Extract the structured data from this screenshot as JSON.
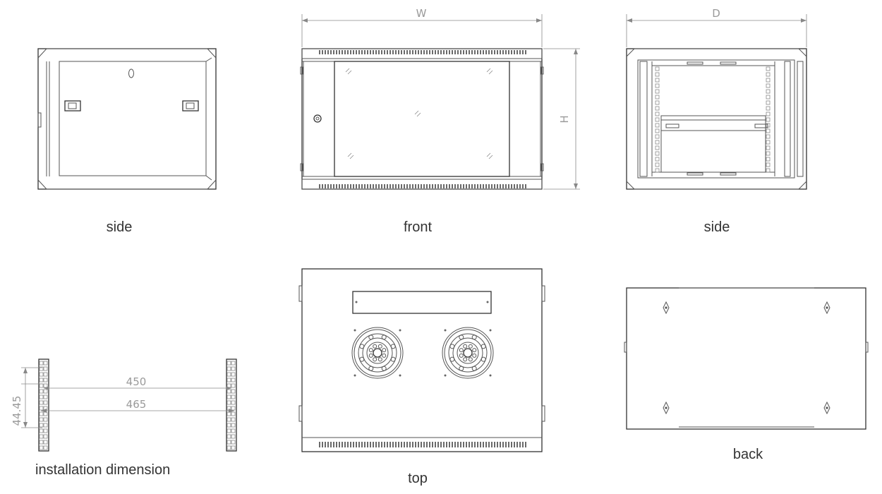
{
  "views": {
    "side_left": {
      "label": "side"
    },
    "front": {
      "label": "front",
      "width_mark": "W",
      "height_mark": "H"
    },
    "side_right": {
      "label": "side",
      "depth_mark": "D"
    },
    "installation": {
      "label": "installation dimension",
      "dim_inner": "450",
      "dim_outer": "465",
      "dim_pitch": "44.45"
    },
    "top": {
      "label": "top"
    },
    "back": {
      "label": "back"
    }
  }
}
